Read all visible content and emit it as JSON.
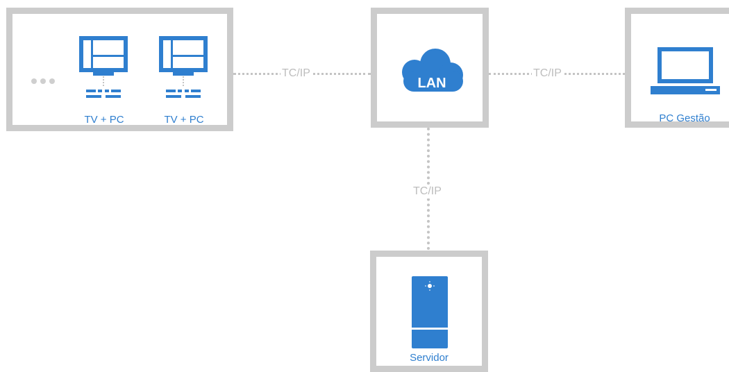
{
  "colors": {
    "accent": "#2f7fcf",
    "border": "#cccccc",
    "connector": "#c4c4c4",
    "connector_text": "#bdbdbd"
  },
  "nodes": {
    "clients": {
      "items": [
        {
          "label": "TV + PC",
          "icon": "monitor-icon"
        },
        {
          "label": "TV + PC",
          "icon": "monitor-icon"
        }
      ],
      "more_icon": "ellipsis-icon"
    },
    "lan": {
      "label": "LAN",
      "icon": "cloud-icon"
    },
    "management": {
      "label": "PC Gestão",
      "icon": "laptop-icon"
    },
    "server": {
      "label": "Servidor",
      "icon": "server-icon"
    }
  },
  "connections": [
    {
      "label": "TC/IP"
    },
    {
      "label": "TC/IP"
    },
    {
      "label": "TC/IP"
    }
  ]
}
